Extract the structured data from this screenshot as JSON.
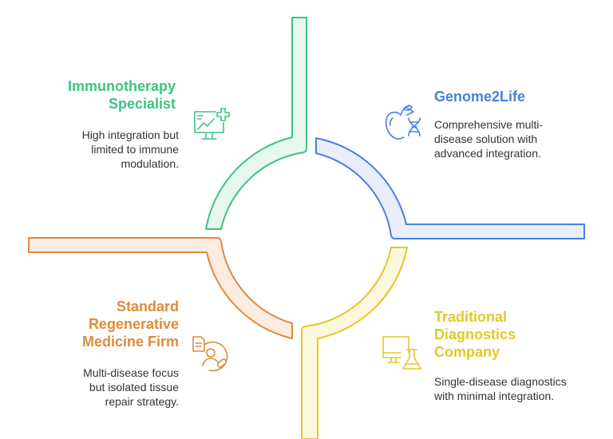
{
  "colors": {
    "green": "#3cc47f",
    "green_fill": "#e6f7ee",
    "blue": "#4a7ee0",
    "blue_fill": "#e8eefb",
    "yellow": "#e2c928",
    "yellow_fill": "#fbf7dc",
    "orange": "#e08a3c",
    "orange_fill": "#fcece0"
  },
  "quadrants": {
    "top_left": {
      "title_lines": [
        "Immunotherapy",
        "Specialist"
      ],
      "description_lines": [
        "High integration but",
        "limited to immune",
        "modulation."
      ],
      "icon": "monitor-medical-icon"
    },
    "top_right": {
      "title_lines": [
        "Genome2Life"
      ],
      "description_lines": [
        "Comprehensive multi-",
        "disease solution with",
        "advanced integration."
      ],
      "icon": "dna-apple-icon"
    },
    "bottom_left": {
      "title_lines": [
        "Standard",
        "Regenerative",
        "Medicine Firm"
      ],
      "description_lines": [
        "Multi-disease focus",
        "but isolated tissue",
        "repair strategy."
      ],
      "icon": "person-doctor-icon"
    },
    "bottom_right": {
      "title_lines": [
        "Traditional",
        "Diagnostics",
        "Company"
      ],
      "description_lines": [
        "Single-disease diagnostics",
        "with minimal integration."
      ],
      "icon": "lab-computer-icon"
    }
  }
}
